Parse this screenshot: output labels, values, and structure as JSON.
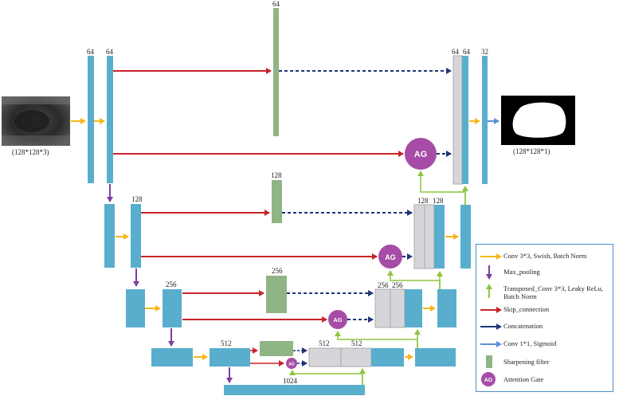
{
  "input_caption": "(128*128*3)",
  "output_caption": "(128*128*1)",
  "channels": {
    "enc1a": "64",
    "enc1b": "64",
    "sharp1": "64",
    "dec1a": "64",
    "dec1b": "64",
    "out": "32",
    "enc2": "128",
    "sharp2": "128",
    "dec2a": "128",
    "dec2b": "128",
    "enc3": "256",
    "sharp3": "256",
    "dec3a": "256",
    "dec3b": "256",
    "enc4": "512",
    "dec4a": "512",
    "dec4b": "512",
    "bottleneck": "1024"
  },
  "attention_label": "AG",
  "legend": [
    {
      "icon": "orange-arrow-icon",
      "text": "Conv 3*3, Swish, Batch Norm"
    },
    {
      "icon": "purple-arrow-icon",
      "text": "Max_pooling"
    },
    {
      "icon": "green-arrow-icon",
      "text": "Transposed_Conv 3*3, Leaky ReLu, Batch Norm"
    },
    {
      "icon": "red-arrow-icon",
      "text": "Skip_connection"
    },
    {
      "icon": "navy-arrow-icon",
      "text": "Concatenation"
    },
    {
      "icon": "blue-arrow-icon",
      "text": "Conv 1*1, Sigmoid"
    },
    {
      "icon": "green-box-icon",
      "text": "Sharpening filter"
    },
    {
      "icon": "purple-circle-icon",
      "text": "Attention Gate"
    }
  ],
  "colors": {
    "block": "#5aaecd",
    "sharpen": "#8fb584",
    "concat": "#d6d6da",
    "attention": "#a64ca6",
    "conv": "#f5b81c",
    "pool": "#7b3fa3",
    "upconv": "#8cc63f",
    "skip": "#c8242a",
    "concat_arrow": "#1f3577",
    "final": "#5b8fd6"
  }
}
